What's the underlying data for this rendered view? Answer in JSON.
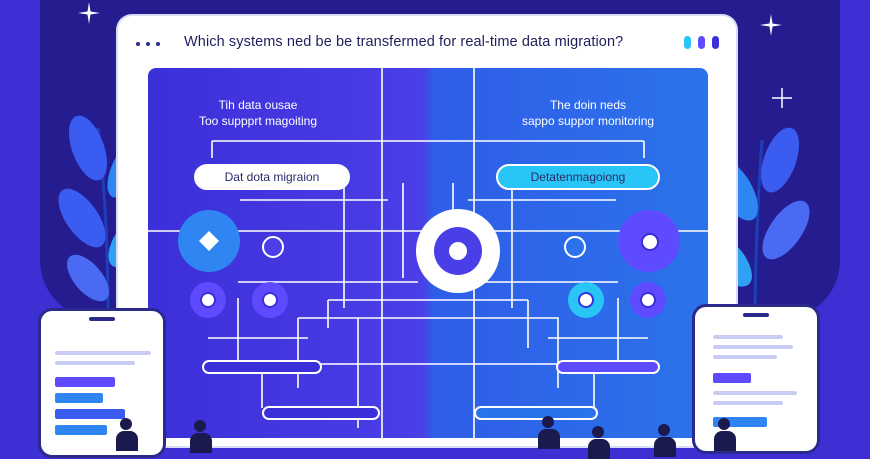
{
  "window": {
    "title": "Which systems ned be be transfermed for real-time data migration?"
  },
  "left_panel": {
    "heading_line1": "Tih data ousae",
    "heading_line2": "Too suppprt magoiting",
    "pill_label": "Dat dota migraion"
  },
  "right_panel": {
    "heading_line1": "The doin neds",
    "heading_line2": "sappo suppor monitoring",
    "pill_label": "Detatenmagoiong"
  },
  "icons": {
    "sparkle": "sparkle-icon",
    "hub": "target-hub-icon",
    "diamond": "diamond-icon"
  },
  "colors": {
    "background": "#3c2fd3",
    "panel_left": "#4a3fe6",
    "panel_right": "#2b73ea",
    "accent_cyan": "#29c5f6",
    "accent_violet": "#5f4bff"
  }
}
